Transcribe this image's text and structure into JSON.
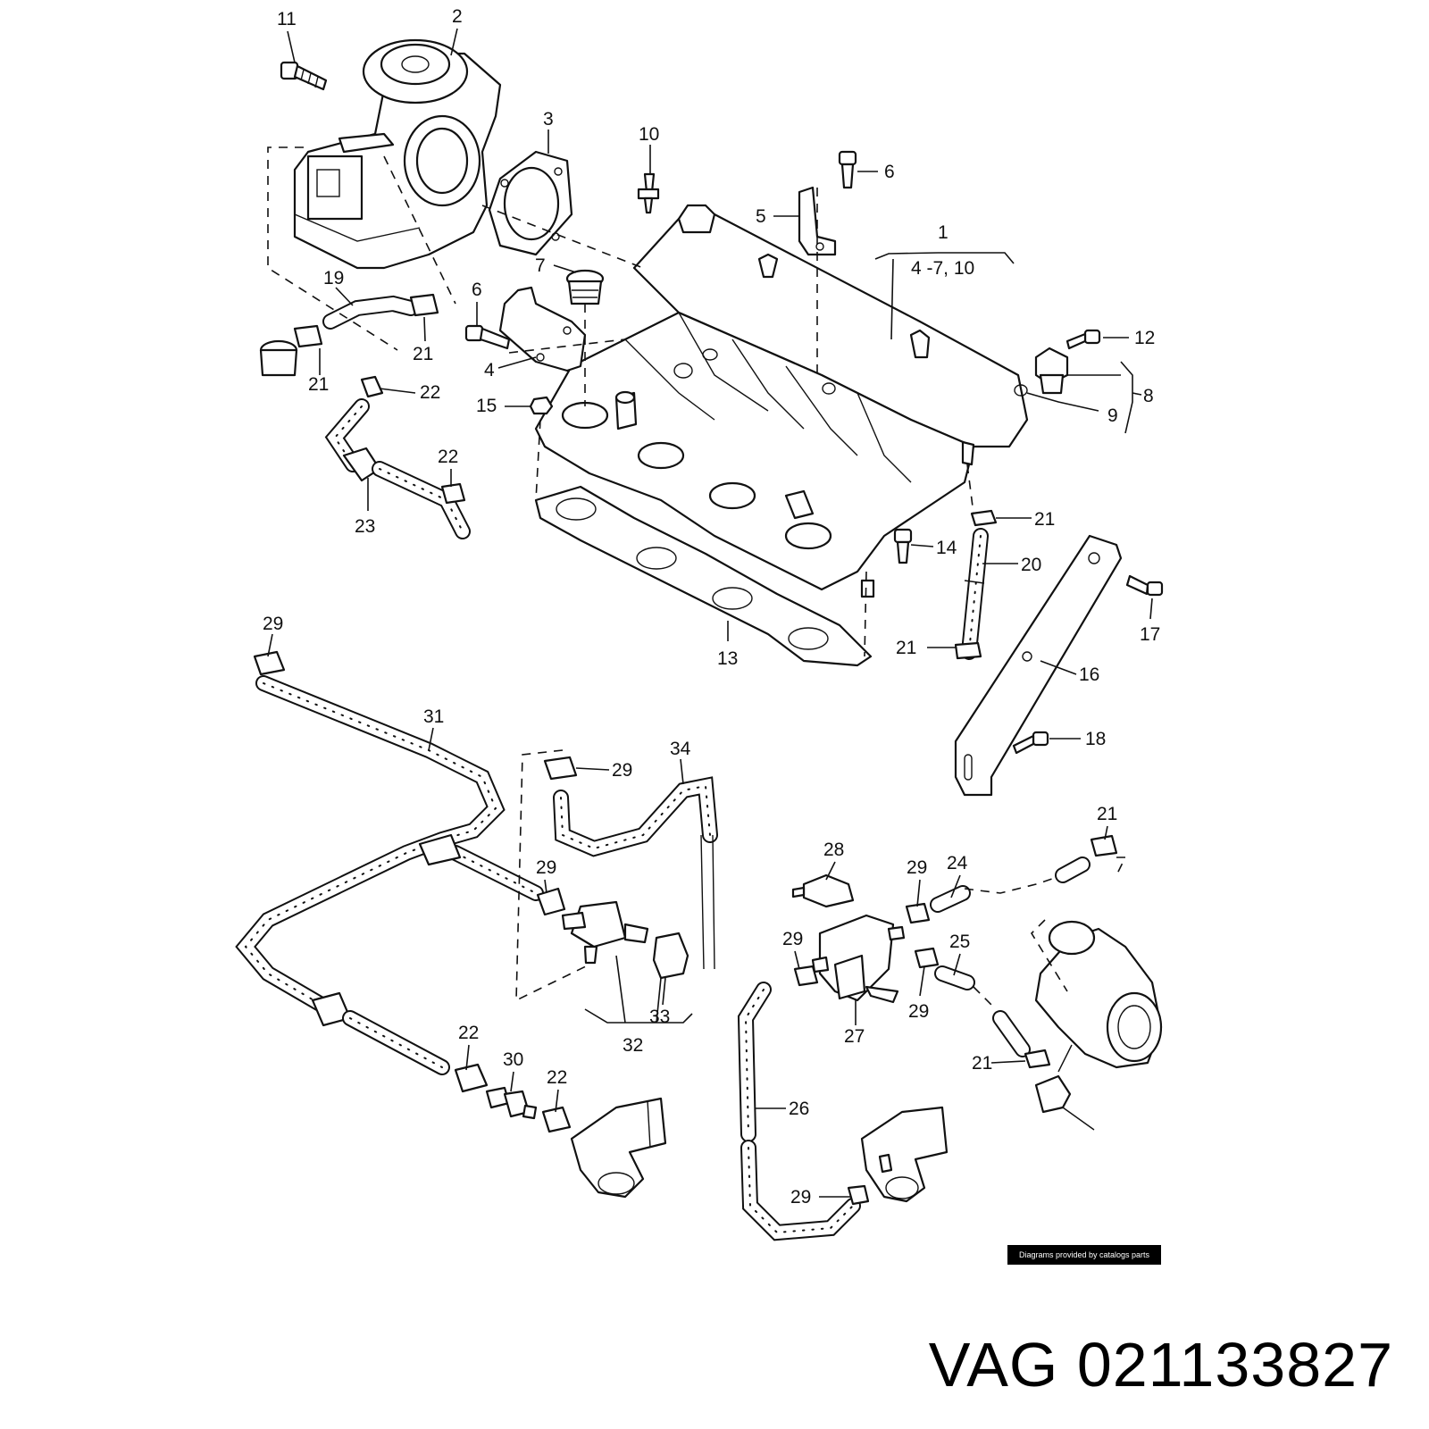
{
  "callouts": [
    {
      "id": "c11",
      "text": "11"
    },
    {
      "id": "c2",
      "text": "2"
    },
    {
      "id": "c3",
      "text": "3"
    },
    {
      "id": "c10",
      "text": "10"
    },
    {
      "id": "c6a",
      "text": "6"
    },
    {
      "id": "c5",
      "text": "5"
    },
    {
      "id": "c1",
      "text": "1"
    },
    {
      "id": "c1range",
      "text": "4 -7, 10"
    },
    {
      "id": "c7",
      "text": "7"
    },
    {
      "id": "c19",
      "text": "19"
    },
    {
      "id": "c6b",
      "text": "6"
    },
    {
      "id": "c21a",
      "text": "21"
    },
    {
      "id": "c21b",
      "text": "21"
    },
    {
      "id": "c4",
      "text": "4"
    },
    {
      "id": "c22a",
      "text": "22"
    },
    {
      "id": "c15",
      "text": "15"
    },
    {
      "id": "c12",
      "text": "12"
    },
    {
      "id": "c8",
      "text": "8"
    },
    {
      "id": "c9",
      "text": "9"
    },
    {
      "id": "c22b",
      "text": "22"
    },
    {
      "id": "c23",
      "text": "23"
    },
    {
      "id": "c21c",
      "text": "21"
    },
    {
      "id": "c14",
      "text": "14"
    },
    {
      "id": "c20",
      "text": "20"
    },
    {
      "id": "c17",
      "text": "17"
    },
    {
      "id": "c21d",
      "text": "21"
    },
    {
      "id": "c13",
      "text": "13"
    },
    {
      "id": "c16",
      "text": "16"
    },
    {
      "id": "c18",
      "text": "18"
    },
    {
      "id": "c29a",
      "text": "29"
    },
    {
      "id": "c31",
      "text": "31"
    },
    {
      "id": "c34",
      "text": "34"
    },
    {
      "id": "c29b",
      "text": "29"
    },
    {
      "id": "c29c",
      "text": "29"
    },
    {
      "id": "c33",
      "text": "33"
    },
    {
      "id": "c32",
      "text": "32"
    },
    {
      "id": "c21e",
      "text": "21"
    },
    {
      "id": "c28",
      "text": "28"
    },
    {
      "id": "c29d",
      "text": "29"
    },
    {
      "id": "c24",
      "text": "24"
    },
    {
      "id": "c29e",
      "text": "29"
    },
    {
      "id": "c25",
      "text": "25"
    },
    {
      "id": "c29f",
      "text": "29"
    },
    {
      "id": "c27",
      "text": "27"
    },
    {
      "id": "c21f",
      "text": "21"
    },
    {
      "id": "c22c",
      "text": "22"
    },
    {
      "id": "c30",
      "text": "30"
    },
    {
      "id": "c22d",
      "text": "22"
    },
    {
      "id": "c26",
      "text": "26"
    },
    {
      "id": "c29g",
      "text": "29"
    }
  ],
  "credit": "Diagrams provided by catalogs parts",
  "caption": "VAG 021133827"
}
